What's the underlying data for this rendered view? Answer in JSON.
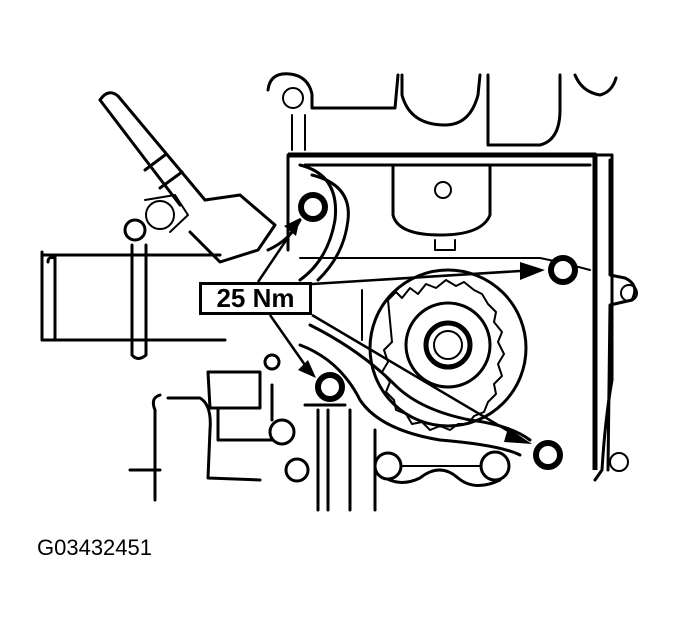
{
  "diagram": {
    "subject": "engine front timing cover with water outlet and bolts",
    "callout": {
      "torque_label": "25 Nm",
      "targets": [
        "upper-left bolt",
        "right bolt",
        "lower-center bolt",
        "lower-right bolt"
      ]
    },
    "figure_id": "G03432451",
    "colors": {
      "line": "#000000",
      "background": "#ffffff"
    }
  }
}
